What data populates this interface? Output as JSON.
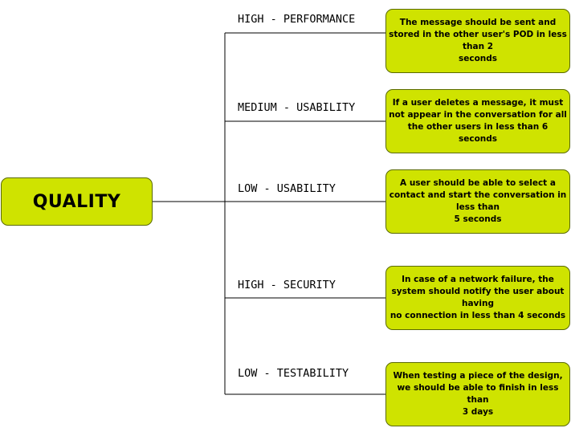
{
  "root": {
    "label": "QUALITY"
  },
  "branches": [
    {
      "priority_label": "HIGH - PERFORMANCE",
      "text": "The message should be sent and\nstored in the other user's POD in less\nthan 2\nseconds"
    },
    {
      "priority_label": "MEDIUM - USABILITY",
      "text": "If a user deletes a message, it must\nnot appear in the conversation for all\nthe other users in less than 6 seconds"
    },
    {
      "priority_label": "LOW - USABILITY",
      "text": "A user should be able to select a\ncontact and start the conversation in\nless than\n5 seconds"
    },
    {
      "priority_label": "HIGH - SECURITY",
      "text": "In case of a network failure, the\nsystem should notify the user about\nhaving\nno connection in less than 4 seconds"
    },
    {
      "priority_label": "LOW - TESTABILITY",
      "text": "When testing a piece of the design,\nwe should be able to finish in less\nthan\n3 days"
    }
  ],
  "colors": {
    "box_fill": "#cfe300",
    "box_border": "#5a6a00",
    "connector": "#000000"
  }
}
